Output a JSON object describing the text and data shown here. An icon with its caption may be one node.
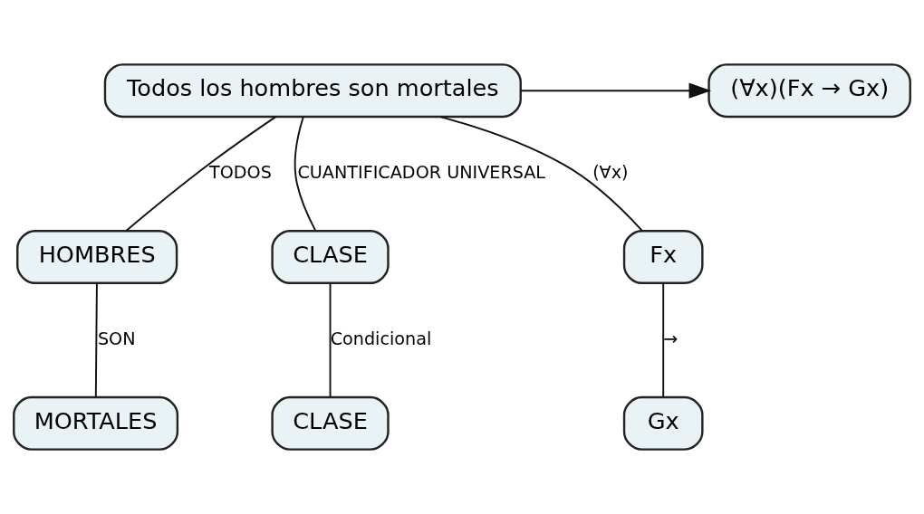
{
  "diagram": {
    "nodes": [
      {
        "text": [
          "Todos los hombres son mortales"
        ]
      },
      {
        "text": [
          "(∀x)(Fx → Gx)"
        ]
      },
      {
        "text": [
          "HOMBRES"
        ]
      },
      {
        "text": [
          "CLASE"
        ]
      },
      {
        "text": [
          "Fx"
        ]
      },
      {
        "text": [
          "MORTALES"
        ]
      },
      {
        "text": [
          "CLASE"
        ]
      },
      {
        "text": [
          "Gx"
        ]
      }
    ],
    "edges": [
      {
        "from": 0,
        "to": 1,
        "arrow": "to"
      },
      {
        "from": 0,
        "to": 2,
        "arrow": "none",
        "label": "TODOS"
      },
      {
        "from": 0,
        "to": 3,
        "arrow": "none",
        "label": "CUANTIFICADOR UNIVERSAL"
      },
      {
        "from": 0,
        "to": 4,
        "arrow": "none",
        "label": "(∀x)"
      },
      {
        "from": 2,
        "to": 5,
        "arrow": "none",
        "label": "SON"
      },
      {
        "from": 3,
        "to": 6,
        "arrow": "none",
        "label": "Condicional"
      },
      {
        "from": 4,
        "to": 7,
        "arrow": "none",
        "label": "→"
      }
    ]
  }
}
